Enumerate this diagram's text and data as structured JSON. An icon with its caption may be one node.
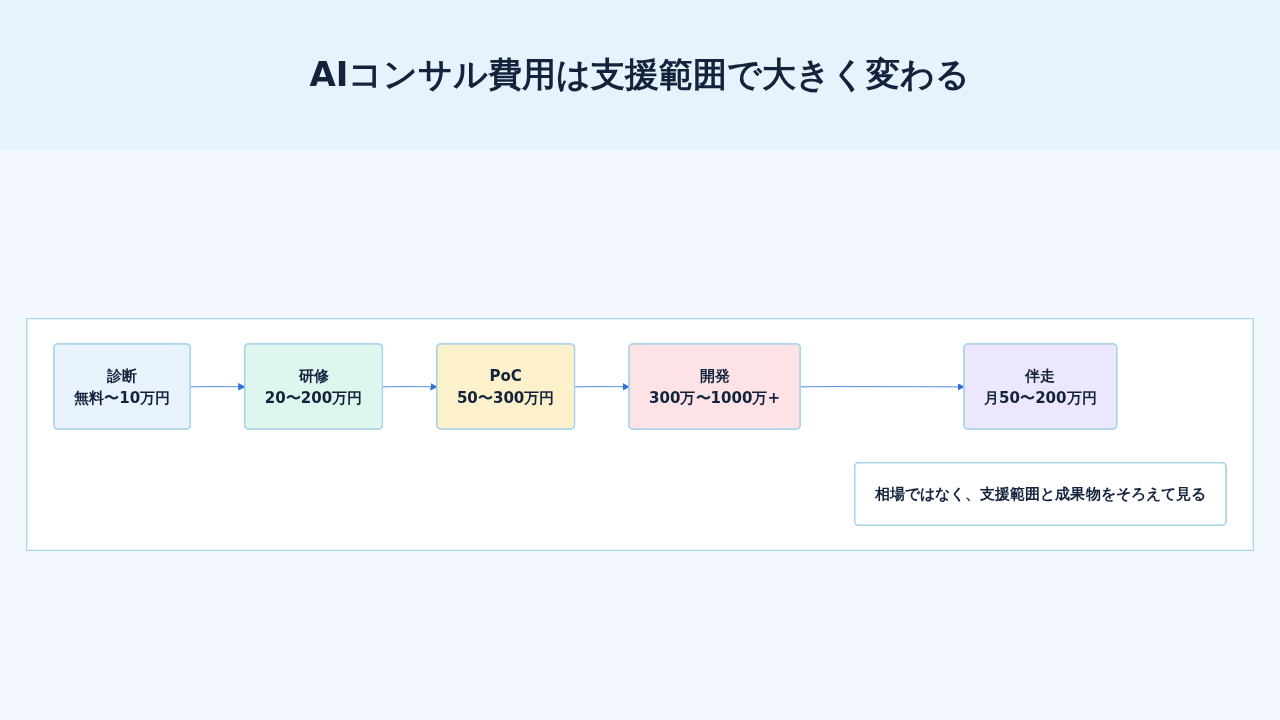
{
  "diagram": {
    "title": "AIコンサル費用は支援範囲で大きく変わる",
    "nodes": [
      {
        "text": [],
        "shape": "box"
      },
      {
        "text": [
          "診断",
          "無料〜10万円"
        ],
        "in": 0
      },
      {
        "text": [
          "研修",
          "20〜200万円"
        ],
        "in": 0
      },
      {
        "text": [
          "PoC",
          "50〜300万円"
        ],
        "in": 0
      },
      {
        "text": [
          "開発",
          "300万〜1000万+"
        ],
        "in": 0
      },
      {
        "text": [
          "伴走",
          "月50〜200万円"
        ],
        "in": 0
      },
      {
        "text": [
          "相場ではなく、支援範囲と成果物をそろえて見る"
        ],
        "in": 0
      }
    ],
    "edges": [
      {
        "from": 1,
        "to": 2,
        "arrow": "to"
      },
      {
        "from": 2,
        "to": 3,
        "arrow": "to"
      },
      {
        "from": 3,
        "to": 4,
        "arrow": "to"
      },
      {
        "from": 4,
        "to": 5,
        "arrow": "to"
      }
    ]
  }
}
